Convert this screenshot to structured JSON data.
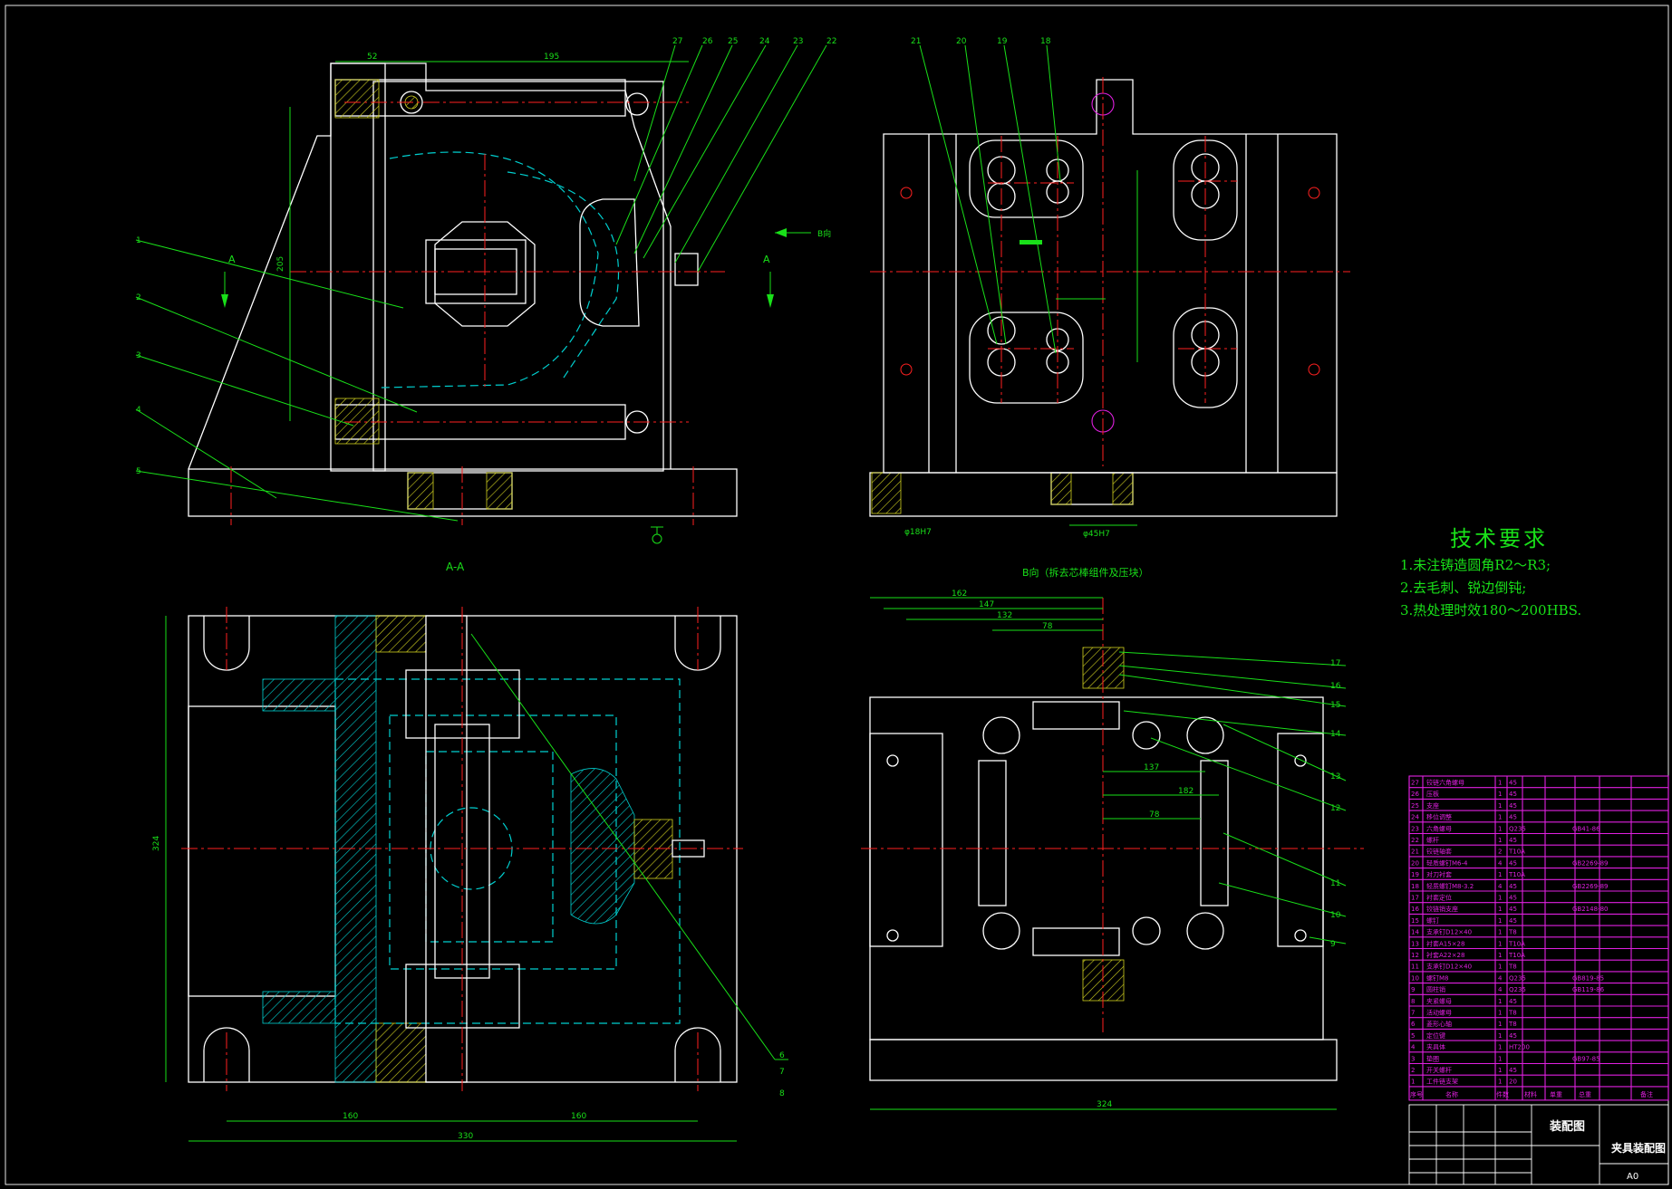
{
  "technical_requirements": {
    "title": "技术要求",
    "items": [
      "1.未注铸造圆角R2～R3;",
      "2.去毛刺、锐边倒钝;",
      "3.热处理时效180～200HBS."
    ]
  },
  "views": {
    "section_label": "A-A",
    "direction_label": "B向（拆去芯棒组件及压块）",
    "b_arrow": "B向",
    "a_marker": "A"
  },
  "dimensions": {
    "front_top_a": "52",
    "front_top_b": "195",
    "front_height": "205",
    "b_bottom": "324",
    "aa_width": "330",
    "aa_height": "324",
    "aa_left": "160",
    "aa_right": "160",
    "bv_162": "162",
    "bv_147": "147",
    "bv_132": "132",
    "bv_78": "78",
    "bv_137": "137",
    "bv_182": "182",
    "bv_78b": "78",
    "bv_phi45": "φ45H7",
    "bv_phi18": "φ18H7"
  },
  "callouts_left": [
    "1",
    "2",
    "3",
    "4",
    "5"
  ],
  "callouts_top_left": [
    "27",
    "26",
    "25",
    "24",
    "23",
    "22"
  ],
  "callouts_top_right": [
    "21",
    "20",
    "19",
    "18"
  ],
  "callouts_right": [
    "17",
    "16",
    "15",
    "14",
    "13",
    "12",
    "11",
    "10",
    "9"
  ],
  "callouts_bottom": [
    "6",
    "7",
    "8"
  ],
  "parts_list": {
    "rows": [
      {
        "no": "27",
        "name": "铰链六角螺母",
        "qty": "1",
        "mat": "45",
        "std": ""
      },
      {
        "no": "26",
        "name": "压板",
        "qty": "1",
        "mat": "45",
        "std": ""
      },
      {
        "no": "25",
        "name": "支座",
        "qty": "1",
        "mat": "45",
        "std": ""
      },
      {
        "no": "24",
        "name": "移位调整",
        "qty": "1",
        "mat": "45",
        "std": ""
      },
      {
        "no": "23",
        "name": "六角螺母",
        "qty": "1",
        "mat": "Q235",
        "std": "GB41-86"
      },
      {
        "no": "22",
        "name": "螺杆",
        "qty": "1",
        "mat": "45",
        "std": ""
      },
      {
        "no": "21",
        "name": "铰链轴套",
        "qty": "2",
        "mat": "T10A",
        "std": ""
      },
      {
        "no": "20",
        "name": "轻质螺钉M6-4",
        "qty": "4",
        "mat": "45",
        "std": "GB2269-89"
      },
      {
        "no": "19",
        "name": "对刀衬套",
        "qty": "1",
        "mat": "T10A",
        "std": ""
      },
      {
        "no": "18",
        "name": "轻质螺钉M8-3.2",
        "qty": "4",
        "mat": "45",
        "std": "GB2269-89"
      },
      {
        "no": "17",
        "name": "衬套定位",
        "qty": "1",
        "mat": "45",
        "std": ""
      },
      {
        "no": "16",
        "name": "铰链销支座",
        "qty": "1",
        "mat": "45",
        "std": "GB2148-80"
      },
      {
        "no": "15",
        "name": "螺钉",
        "qty": "1",
        "mat": "45",
        "std": ""
      },
      {
        "no": "14",
        "name": "支承钉D12×40",
        "qty": "1",
        "mat": "T8",
        "std": ""
      },
      {
        "no": "13",
        "name": "衬套A15×28",
        "qty": "1",
        "mat": "T10A",
        "std": ""
      },
      {
        "no": "12",
        "name": "衬套A22×28",
        "qty": "1",
        "mat": "T10A",
        "std": ""
      },
      {
        "no": "11",
        "name": "支承钉D12×40",
        "qty": "1",
        "mat": "T8",
        "std": ""
      },
      {
        "no": "10",
        "name": "螺钉M8",
        "qty": "4",
        "mat": "Q235",
        "std": "GB819-85"
      },
      {
        "no": "9",
        "name": "圆柱销",
        "qty": "4",
        "mat": "Q235",
        "std": "GB119-86"
      },
      {
        "no": "8",
        "name": "夹紧螺母",
        "qty": "1",
        "mat": "45",
        "std": ""
      },
      {
        "no": "7",
        "name": "活动螺母",
        "qty": "1",
        "mat": "T8",
        "std": ""
      },
      {
        "no": "6",
        "name": "菱形心轴",
        "qty": "1",
        "mat": "T8",
        "std": ""
      },
      {
        "no": "5",
        "name": "定位键",
        "qty": "1",
        "mat": "45",
        "std": ""
      },
      {
        "no": "4",
        "name": "夹具体",
        "qty": "1",
        "mat": "HT200",
        "std": ""
      },
      {
        "no": "3",
        "name": "垫圈",
        "qty": "1",
        "mat": "",
        "std": "GB97-85"
      },
      {
        "no": "2",
        "name": "开关螺杆",
        "qty": "1",
        "mat": "45",
        "std": ""
      },
      {
        "no": "1",
        "name": "工件链支架",
        "qty": "1",
        "mat": "20",
        "std": ""
      }
    ],
    "header": {
      "no": "序号",
      "name": "名称",
      "qty": "件数",
      "mat": "材料",
      "unit": "单重",
      "total": "总重",
      "note": "备注"
    }
  },
  "title_block": {
    "drawing_name": "装配图",
    "title": "夹具装配图",
    "sheet": "A0"
  },
  "colors": {
    "background": "#000000",
    "outline": "#ffffff",
    "centerline": "#ff2020",
    "hidden": "#00d0d0",
    "dimension": "#19e019",
    "table": "#e020e0"
  }
}
